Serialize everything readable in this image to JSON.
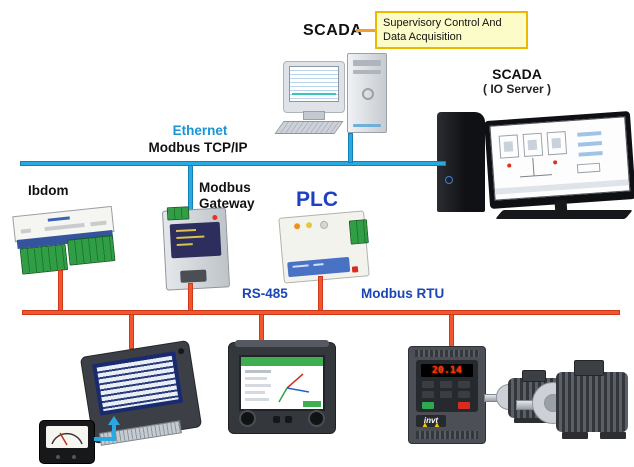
{
  "colors": {
    "ethernet_line": "#29a9e1",
    "serial_line": "#f2562f",
    "ethernet_text": "#1895d6",
    "bus_text": "#1a45b8",
    "plc_text": "#1d3fc4",
    "callout_bg": "#fcfcc8",
    "callout_border": "#edb800"
  },
  "top": {
    "scada_label": "SCADA",
    "callout_line1": "Supervisory Control And",
    "callout_line2": "Data Acquisition",
    "io_server_title": "SCADA",
    "io_server_subtitle": "( IO Server )"
  },
  "ethernet": {
    "label": "Ethernet",
    "protocol": "Modbus TCP/IP"
  },
  "devices": {
    "ibdom_label": "Ibdom",
    "gateway_label_1": "Modbus",
    "gateway_label_2": "Gateway",
    "plc_label": "PLC"
  },
  "serial": {
    "rs485_label": "RS-485",
    "protocol_label": "Modbus RTU"
  },
  "vfd": {
    "display": "20.14",
    "brand": "invt"
  }
}
